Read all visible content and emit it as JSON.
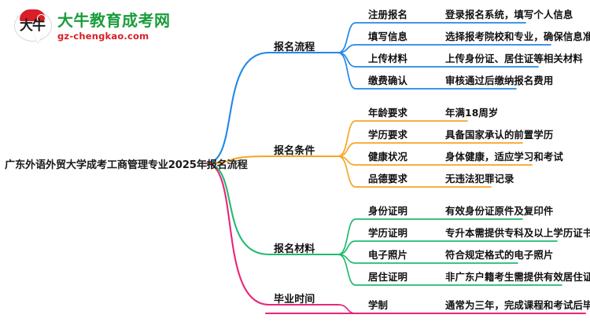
{
  "logo": {
    "mark_text": "大牛",
    "title": "大牛教育成考网",
    "subtitle": "gz-chengkao.com",
    "brand_green": "#1a9c3c",
    "brand_red": "#d81e26"
  },
  "mindmap": {
    "root": "广东外语外贸大学成考工商管理专业2025年报名流程",
    "branches": [
      {
        "label": "报名流程",
        "color": "#2288e8",
        "children": [
          {
            "key": "注册报名",
            "value": "登录报名系统，填写个人信息"
          },
          {
            "key": "填写信息",
            "value": "选择报考院校和专业，确保信息准确"
          },
          {
            "key": "上传材料",
            "value": "上传身份证、居住证等相关材料"
          },
          {
            "key": "缴费确认",
            "value": "审核通过后缴纳报名费用"
          }
        ]
      },
      {
        "label": "报名条件",
        "color": "#f5a623",
        "children": [
          {
            "key": "年龄要求",
            "value": "年满18周岁"
          },
          {
            "key": "学历要求",
            "value": "具备国家承认的前置学历"
          },
          {
            "key": "健康状况",
            "value": "身体健康，适应学习和考试"
          },
          {
            "key": "品德要求",
            "value": "无违法犯罪记录"
          }
        ]
      },
      {
        "label": "报名材料",
        "color": "#22bb6e",
        "children": [
          {
            "key": "身份证明",
            "value": "有效身份证原件及复印件"
          },
          {
            "key": "学历证明",
            "value": "专升本需提供专科及以上学历证书"
          },
          {
            "key": "电子照片",
            "value": "符合规定格式的电子照片"
          },
          {
            "key": "居住证明",
            "value": "非广东户籍考生需提供有效居住证明"
          }
        ]
      },
      {
        "label": "毕业时间",
        "color": "#e8257a",
        "children": [
          {
            "key": "学制",
            "value": "通常为三年，完成课程和考试后毕业"
          }
        ]
      }
    ]
  }
}
